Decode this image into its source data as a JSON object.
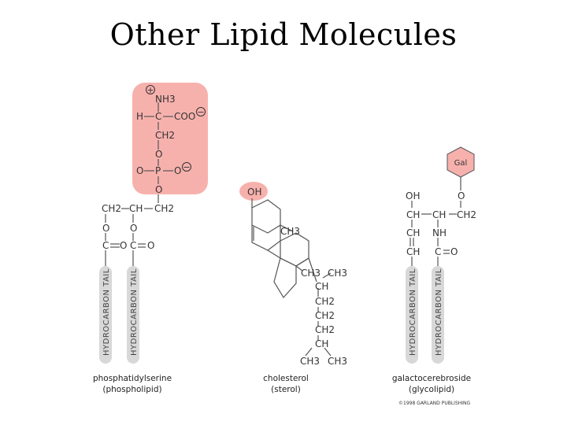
{
  "title": "Other Lipid Molecules",
  "colors": {
    "highlight": "#f7b1ad",
    "tail": "#d8d8d8",
    "bond": "#555555"
  },
  "phosphatidylserine": {
    "plus": "+",
    "nh3": "NH3",
    "h": "H",
    "c_alpha": "C",
    "coo": "COO",
    "minus1": "−",
    "ch2_a": "CH2",
    "o1": "O",
    "o_left": "O",
    "p": "P",
    "o_right": "O",
    "minus2": "−",
    "o2": "O",
    "ch2_l": "CH2",
    "ch": "CH",
    "ch2_r": "CH2",
    "o_l": "O",
    "o_r": "O",
    "c_l": "C",
    "o_cl": "O",
    "c_r": "C",
    "o_cr": "O",
    "tail1": "HYDROCARBON TAIL",
    "tail2": "HYDROCARBON TAIL",
    "name": "phosphatidylserine",
    "class": "(phospholipid)"
  },
  "cholesterol": {
    "oh": "OH",
    "ch3_a": "CH3",
    "ch3_b": "CH3",
    "ch3_c": "CH3",
    "ch1": "CH",
    "ch2_1": "CH2",
    "ch2_2": "CH2",
    "ch2_3": "CH2",
    "ch2": "CH",
    "ch3_d": "CH3",
    "ch3_e": "CH3",
    "name": "cholesterol",
    "class": "(sterol)"
  },
  "galactocerebroside": {
    "gal": "Gal",
    "oh": "OH",
    "o_top": "O",
    "ch_l": "CH",
    "ch_m": "CH",
    "ch2_r": "CH2",
    "ch_l2": "CH",
    "nh": "NH",
    "ch_l3": "CH",
    "c": "C",
    "o_c": "O",
    "tail1": "HYDROCARBON TAIL",
    "tail2": "HYDROCARBON TAIL",
    "name": "galactocerebroside",
    "class": "(glycolipid)"
  },
  "copyright": "©1998 GARLAND PUBLISHING"
}
